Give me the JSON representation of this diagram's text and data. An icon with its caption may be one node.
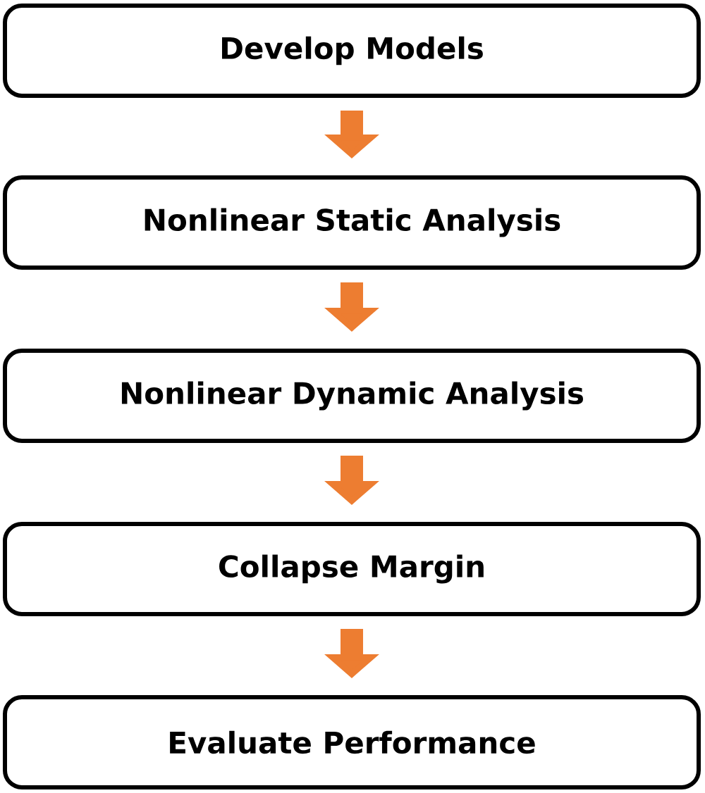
{
  "diagram": {
    "nodes": [
      {
        "text": [
          "Develop Models"
        ]
      },
      {
        "text": [
          "Nonlinear Static Analysis"
        ]
      },
      {
        "text": [
          "Nonlinear Dynamic Analysis"
        ]
      },
      {
        "text": [
          "Collapse Margin"
        ]
      },
      {
        "text": [
          "Evaluate Performance"
        ]
      }
    ],
    "edges": [
      {
        "from": 0,
        "to": 1,
        "arrow": "to"
      },
      {
        "from": 1,
        "to": 2,
        "arrow": "to"
      },
      {
        "from": 2,
        "to": 3,
        "arrow": "to"
      },
      {
        "from": 3,
        "to": 4,
        "arrow": "to"
      }
    ]
  }
}
